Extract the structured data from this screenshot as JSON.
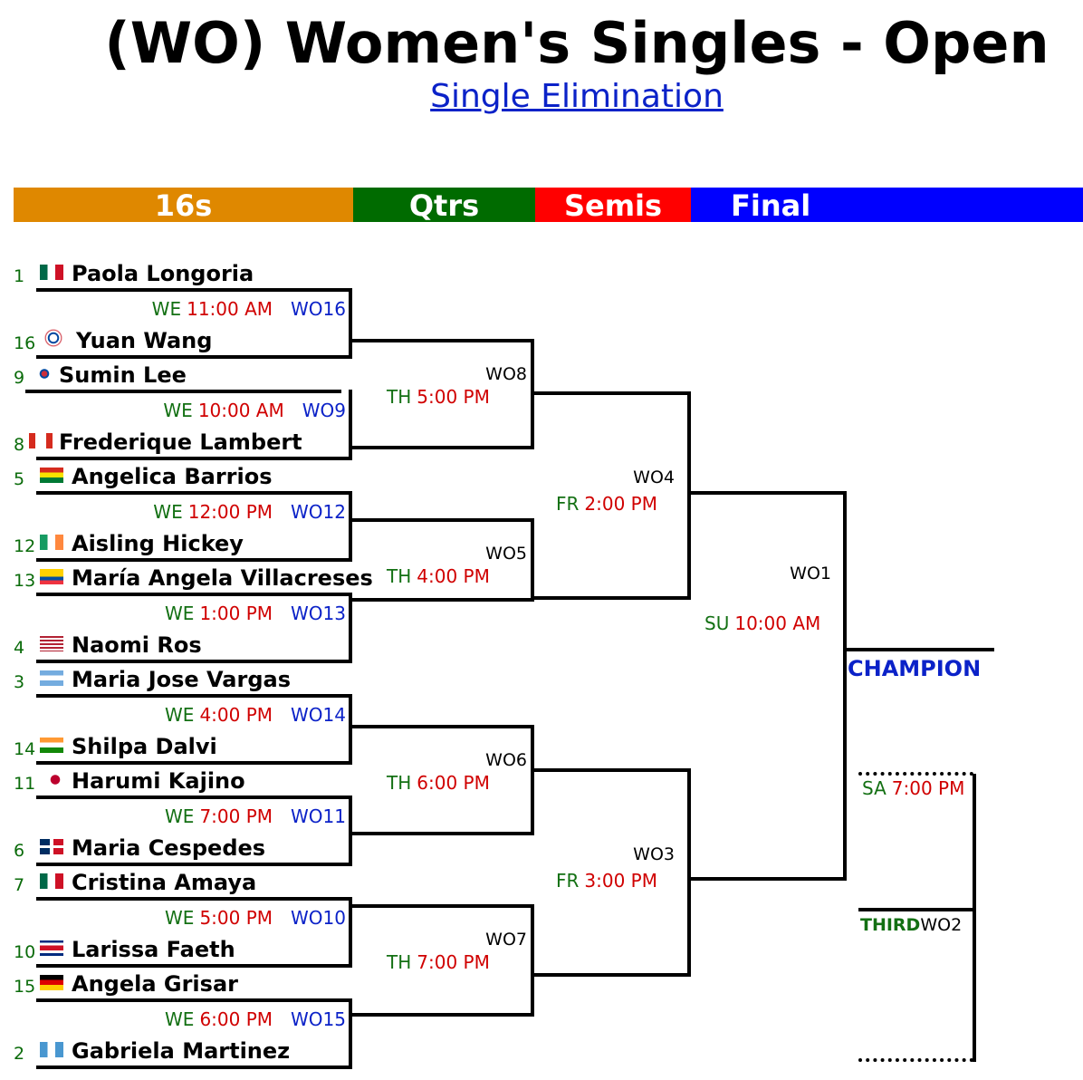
{
  "title": "(WO) Women's Singles - Open",
  "subtitle": "Single Elimination",
  "rounds": [
    "16s",
    "Qtrs",
    "Semis",
    "Final"
  ],
  "players": [
    {
      "seed": "1",
      "name": "Paola Longoria"
    },
    {
      "seed": "16",
      "name": "Yuan Wang"
    },
    {
      "seed": "9",
      "name": "Sumin Lee"
    },
    {
      "seed": "8",
      "name": "Frederique Lambert"
    },
    {
      "seed": "5",
      "name": "Angelica Barrios"
    },
    {
      "seed": "12",
      "name": "Aisling Hickey"
    },
    {
      "seed": "13",
      "name": "María Angela Villacreses"
    },
    {
      "seed": "4",
      "name": "Naomi Ros"
    },
    {
      "seed": "3",
      "name": "Maria Jose Vargas"
    },
    {
      "seed": "14",
      "name": "Shilpa Dalvi"
    },
    {
      "seed": "11",
      "name": "Harumi Kajino"
    },
    {
      "seed": "6",
      "name": "Maria Cespedes"
    },
    {
      "seed": "7",
      "name": "Cristina Amaya"
    },
    {
      "seed": "10",
      "name": "Larissa Faeth"
    },
    {
      "seed": "15",
      "name": "Angela Grisar"
    },
    {
      "seed": "2",
      "name": "Gabriela Martinez"
    }
  ],
  "r16_matches": [
    {
      "day": "WE",
      "time": "11:00 AM",
      "id": "WO16"
    },
    {
      "day": "WE",
      "time": "10:00 AM",
      "id": "WO9"
    },
    {
      "day": "WE",
      "time": "12:00 PM",
      "id": "WO12"
    },
    {
      "day": "WE",
      "time": "1:00 PM",
      "id": "WO13"
    },
    {
      "day": "WE",
      "time": "4:00 PM",
      "id": "WO14"
    },
    {
      "day": "WE",
      "time": "7:00 PM",
      "id": "WO11"
    },
    {
      "day": "WE",
      "time": "5:00 PM",
      "id": "WO10"
    },
    {
      "day": "WE",
      "time": "6:00 PM",
      "id": "WO15"
    }
  ],
  "qf_matches": [
    {
      "id": "WO8",
      "day": "TH",
      "time": "5:00 PM"
    },
    {
      "id": "WO5",
      "day": "TH",
      "time": "4:00 PM"
    },
    {
      "id": "WO6",
      "day": "TH",
      "time": "6:00 PM"
    },
    {
      "id": "WO7",
      "day": "TH",
      "time": "7:00 PM"
    }
  ],
  "sf_matches": [
    {
      "id": "WO4",
      "day": "FR",
      "time": "2:00 PM"
    },
    {
      "id": "WO3",
      "day": "FR",
      "time": "3:00 PM"
    }
  ],
  "final": {
    "id": "WO1",
    "day": "SU",
    "time": "10:00 AM"
  },
  "champion_label": "CHAMPION",
  "third": {
    "label": "THIRD",
    "id": "WO2",
    "day": "SA",
    "time": "7:00 PM"
  },
  "colors": {
    "r16": "#df8800",
    "qtrs": "#006b00",
    "semis": "#ff0000",
    "final": "#0000ff",
    "link": "#0b22c8",
    "green": "#137013",
    "red": "#d00000"
  },
  "flags": [
    "mexico-flag",
    "chinese-taipei-flag",
    "south-korea-flag",
    "canada-flag",
    "bolivia-flag",
    "ireland-flag",
    "ecuador-flag",
    "usa-flag",
    "argentina-flag",
    "india-flag",
    "japan-flag",
    "dominican-republic-flag",
    "mexico-flag",
    "costa-rica-flag",
    "germany-flag",
    "guatemala-flag"
  ]
}
